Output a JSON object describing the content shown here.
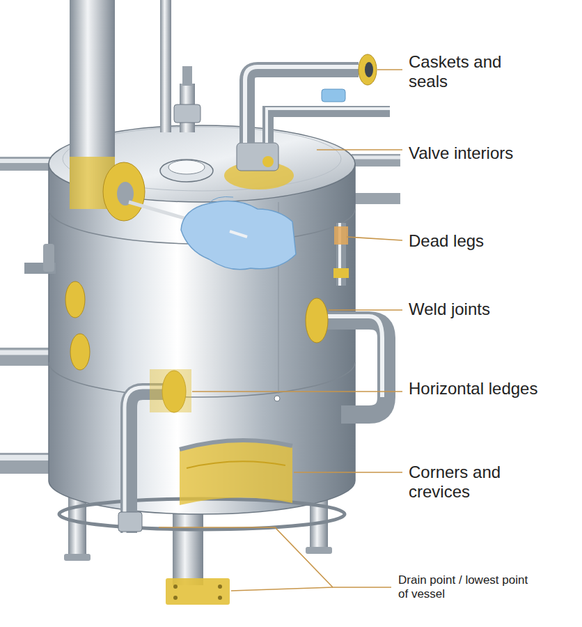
{
  "diagram": {
    "labels": [
      "Caskets and seals",
      "Valve interiors",
      "Dead legs",
      "Weld joints",
      "Horizontal ledges",
      "Corners and crevices",
      "Drain point / lowest point of vessel"
    ]
  }
}
